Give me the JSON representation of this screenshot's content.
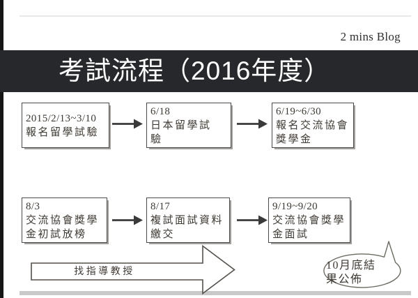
{
  "page": {
    "brand": "2 mins Blog",
    "title": "考試流程（2016年度）"
  },
  "flowchart": {
    "rows": [
      {
        "boxes": [
          {
            "lines": [
              "2015/2/13~3/10",
              "報名留學試驗"
            ]
          },
          {
            "lines": [
              "6/18",
              "日本留學試",
              "驗"
            ]
          },
          {
            "lines": [
              "6/19~6/30",
              "報名交流協會",
              "獎學金"
            ]
          }
        ]
      },
      {
        "boxes": [
          {
            "lines": [
              "8/3",
              "交流協會獎學",
              "金初試放榜"
            ]
          },
          {
            "lines": [
              "8/17",
              "複試面試資料",
              "繳交"
            ]
          },
          {
            "lines": [
              "9/19~9/20",
              "交流協會獎學",
              "金面試"
            ]
          }
        ]
      }
    ],
    "advisor_arrow_label": "找指導教授",
    "callout": {
      "lines": [
        "10月底結",
        "果公佈"
      ]
    }
  },
  "icons": {
    "flow_arrow": "arrow-right-icon"
  },
  "colors": {
    "banner_bg": "#26282b",
    "banner_text": "#ffffff",
    "box_border": "#4a4a4a",
    "box_text": "#3e3933",
    "arrow": "#3a3a3a",
    "shape_outline": "#6e6a64",
    "divider_top": "#e8e8e8",
    "divider_bottom": "#c9c9c9",
    "left_edge_bar": "#161616"
  }
}
